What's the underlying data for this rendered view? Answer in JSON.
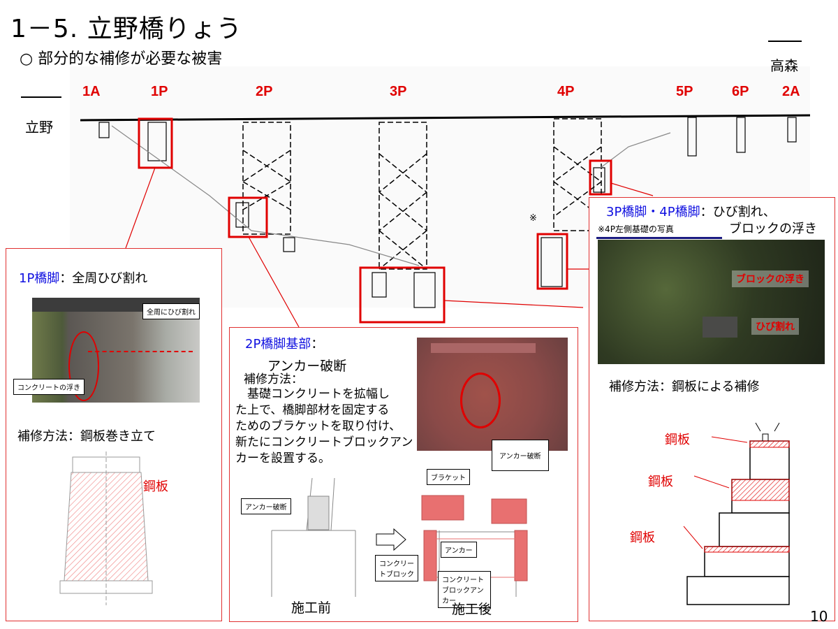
{
  "header": {
    "title": "1－5. 立野橋りょう",
    "subtitle": "○ 部分的な補修が必要な被害",
    "dir_right": "高森",
    "dir_left": "立野"
  },
  "bridge": {
    "labels": [
      "1A",
      "1P",
      "2P",
      "3P",
      "4P",
      "5P",
      "6P",
      "2A"
    ],
    "note_mark": "※"
  },
  "left_panel": {
    "heading_blue": "1P橋脚",
    "heading_rest": "：全周ひび割れ",
    "callout_top": "全周にひび割れ",
    "callout_bottom": "コンクリートの浮き",
    "method": "補修方法：鋼板巻き立て",
    "steel_label": "鋼板"
  },
  "middle_panel": {
    "heading_blue": "2P橋脚基部",
    "heading_colon": "：",
    "damage": "アンカー破断",
    "method_label": "補修方法：",
    "method_lines": [
      "　基礎コンクリートを拡幅し",
      "た上で、橋脚部材を固定する",
      "ためのブラケットを取り付け、",
      "新たにコンクリートブロックアン",
      "カーを設置する。"
    ],
    "photo_callout": "アンカー破断",
    "before_callout": "アンカー破断",
    "bracket": "ブラケット",
    "anchor": "アンカー",
    "concrete_block": "コンクリートブロック",
    "block_anchor": "コンクリートブロックアンカー",
    "before": "施工前",
    "after": "施工後"
  },
  "right_panel": {
    "heading_blue": "3P橋脚・4P橋脚",
    "heading_rest": "：ひび割れ、",
    "heading_line2": "ブロックの浮き",
    "photo_note": "※4P左側基礎の写真",
    "photo_label1": "ブロックの浮き",
    "photo_label2": "ひび割れ",
    "method": "補修方法：鋼板による補修",
    "steel_labels": [
      "鋼板",
      "鋼板",
      "鋼板"
    ]
  },
  "page_number": "10"
}
